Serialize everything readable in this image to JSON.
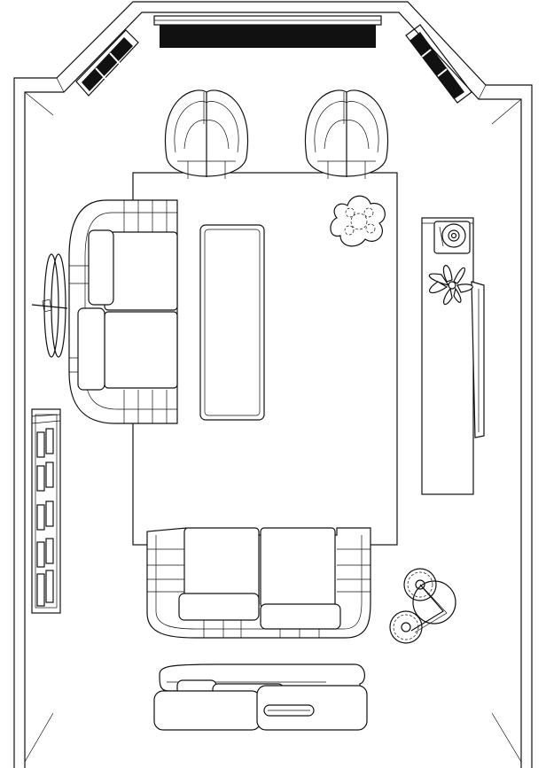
{
  "diagram": {
    "kind": "floor-plan",
    "view": "top-down",
    "colors": {
      "line": "#111111",
      "fill": "#ffffff",
      "window_shade": "#111111"
    },
    "objects": [
      "room-walls",
      "window-top",
      "bay-window-left",
      "bay-window-right",
      "armchair-left",
      "armchair-right",
      "area-rug",
      "sectional-sofa-left",
      "coffee-table",
      "round-ottoman",
      "side-table-left",
      "bookshelf",
      "media-console",
      "record-player",
      "plant",
      "tv-screen",
      "loveseat-bottom",
      "floor-lamp",
      "chaise-sectional-bottom"
    ]
  }
}
